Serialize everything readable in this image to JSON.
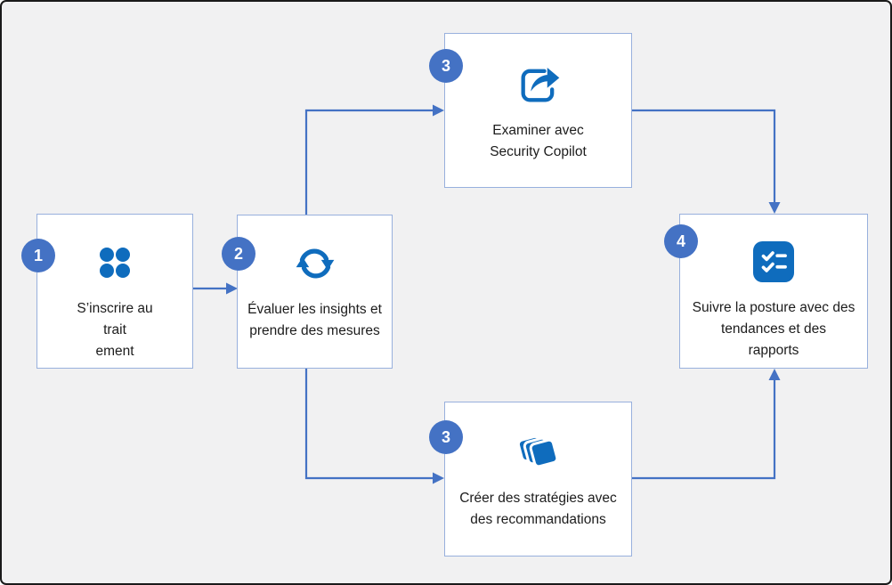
{
  "colors": {
    "background": "#f1f1f2",
    "frame_border": "#1a1a1a",
    "box_border": "#98b0dd",
    "connector": "#4472c4",
    "badge": "#4472c4",
    "icon_blue": "#0f6cbd",
    "text": "#1c1c1c"
  },
  "diagram": {
    "steps": [
      {
        "id": "step-1",
        "badge": "1",
        "icon": "dots-grid-icon",
        "lines": [
          "S’inscrire au",
          "trait",
          "ement"
        ]
      },
      {
        "id": "step-2",
        "badge": "2",
        "icon": "sync-arrows-icon",
        "lines": [
          "Évaluer les insights et",
          "prendre des mesures"
        ]
      },
      {
        "id": "step-3-review",
        "badge": "3",
        "icon": "share-icon",
        "lines": [
          "Examiner avec",
          "Security Copilot"
        ]
      },
      {
        "id": "step-3-strategies",
        "badge": "3",
        "icon": "layers-stack-icon",
        "lines": [
          "Créer des stratégies avec",
          "des recommandations"
        ]
      },
      {
        "id": "step-4",
        "badge": "4",
        "icon": "checklist-icon",
        "lines": [
          "Suivre la posture avec des",
          "tendances et des",
          "rapports"
        ]
      }
    ],
    "connections": [
      {
        "from": "step-1",
        "to": "step-2"
      },
      {
        "from": "step-2",
        "to": "step-3-review"
      },
      {
        "from": "step-2",
        "to": "step-3-strategies"
      },
      {
        "from": "step-3-review",
        "to": "step-4"
      },
      {
        "from": "step-3-strategies",
        "to": "step-4"
      }
    ]
  }
}
